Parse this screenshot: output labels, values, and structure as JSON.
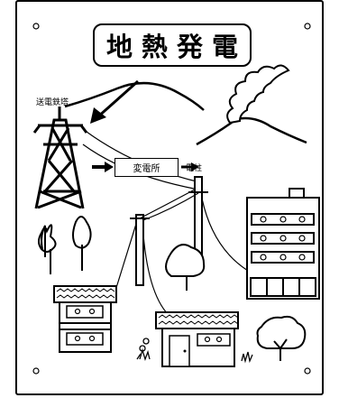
{
  "title": "地熱発電",
  "labels": {
    "tower": "送電鉄塔",
    "substation": "変電所",
    "pole": "電柱"
  },
  "icons": [
    "screw-hole-icon",
    "arrow-right-icon",
    "arrow-down-left-icon"
  ]
}
